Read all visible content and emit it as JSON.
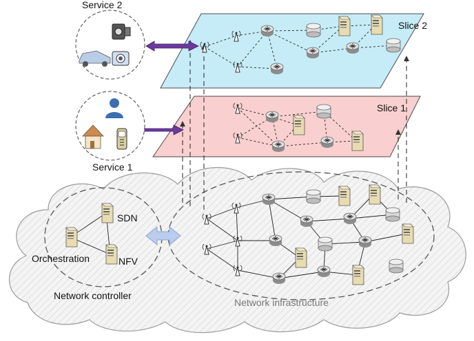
{
  "services": {
    "service2": {
      "label": "Service 2",
      "icons": [
        "camcorder-icon",
        "car-icon",
        "camera-icon"
      ]
    },
    "service1": {
      "label": "Service 1",
      "icons": [
        "user-icon",
        "house-icon",
        "phone-icon"
      ]
    }
  },
  "slices": {
    "slice2": {
      "label": "Slice 2",
      "color": "#c6ecf7"
    },
    "slice1": {
      "label": "Slice 1",
      "color": "#f9cfcf"
    }
  },
  "controller": {
    "label": "Network controller",
    "components": {
      "sdn": "SDN",
      "nfv": "NFV",
      "orchestration": "Orchestration"
    }
  },
  "infrastructure": {
    "label": "Network infrastructure"
  },
  "colors": {
    "arrow": "#6b3a9e",
    "double_arrow": "#b9cdec",
    "cloud_fill": "#f3f3f3"
  }
}
